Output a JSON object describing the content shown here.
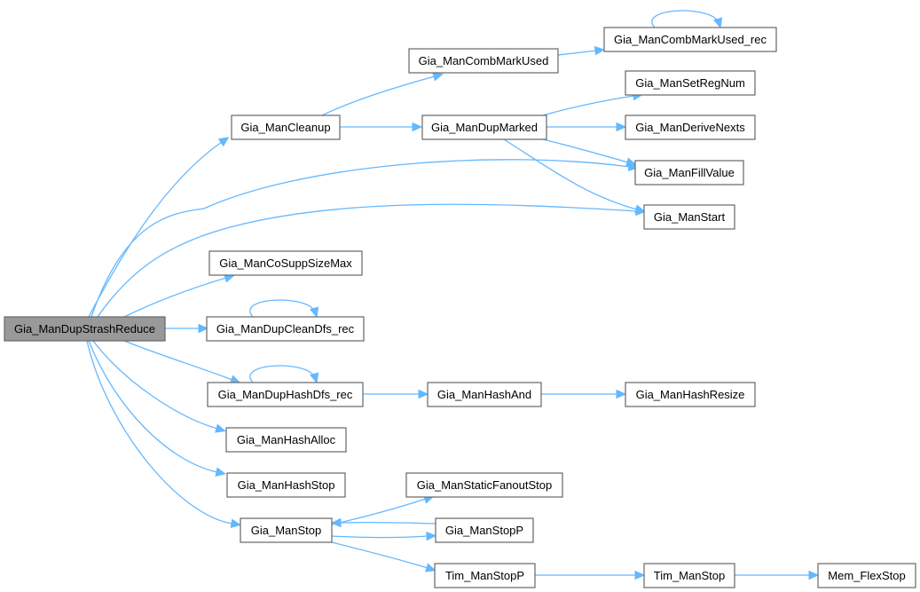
{
  "diagram": {
    "type": "call-graph",
    "root": "Gia_ManDupStrashReduce",
    "colors": {
      "edge": "#63b8ff",
      "root_fill": "#999999",
      "node_fill": "#ffffff",
      "node_border": "#666666"
    },
    "nodes": [
      {
        "id": "n0",
        "label": "Gia_ManDupStrashReduce",
        "root": true
      },
      {
        "id": "n1",
        "label": "Gia_ManCleanup"
      },
      {
        "id": "n2",
        "label": "Gia_ManCombMarkUsed"
      },
      {
        "id": "n3",
        "label": "Gia_ManCombMarkUsed_rec"
      },
      {
        "id": "n4",
        "label": "Gia_ManDupMarked"
      },
      {
        "id": "n5",
        "label": "Gia_ManSetRegNum"
      },
      {
        "id": "n6",
        "label": "Gia_ManDeriveNexts"
      },
      {
        "id": "n7",
        "label": "Gia_ManFillValue"
      },
      {
        "id": "n8",
        "label": "Gia_ManStart"
      },
      {
        "id": "n9",
        "label": "Gia_ManCoSuppSizeMax"
      },
      {
        "id": "n10",
        "label": "Gia_ManDupCleanDfs_rec"
      },
      {
        "id": "n11",
        "label": "Gia_ManDupHashDfs_rec"
      },
      {
        "id": "n12",
        "label": "Gia_ManHashAnd"
      },
      {
        "id": "n13",
        "label": "Gia_ManHashResize"
      },
      {
        "id": "n14",
        "label": "Gia_ManHashAlloc"
      },
      {
        "id": "n15",
        "label": "Gia_ManHashStop"
      },
      {
        "id": "n16",
        "label": "Gia_ManStop"
      },
      {
        "id": "n17",
        "label": "Gia_ManStaticFanoutStop"
      },
      {
        "id": "n18",
        "label": "Gia_ManStopP"
      },
      {
        "id": "n19",
        "label": "Tim_ManStopP"
      },
      {
        "id": "n20",
        "label": "Tim_ManStop"
      },
      {
        "id": "n21",
        "label": "Mem_FlexStop"
      }
    ],
    "edges": [
      [
        "n0",
        "n1"
      ],
      [
        "n0",
        "n7"
      ],
      [
        "n0",
        "n8"
      ],
      [
        "n0",
        "n9"
      ],
      [
        "n0",
        "n10"
      ],
      [
        "n0",
        "n11"
      ],
      [
        "n0",
        "n14"
      ],
      [
        "n0",
        "n15"
      ],
      [
        "n0",
        "n16"
      ],
      [
        "n1",
        "n2"
      ],
      [
        "n1",
        "n4"
      ],
      [
        "n2",
        "n3"
      ],
      [
        "n3",
        "n3"
      ],
      [
        "n4",
        "n5"
      ],
      [
        "n4",
        "n6"
      ],
      [
        "n4",
        "n7"
      ],
      [
        "n4",
        "n8"
      ],
      [
        "n10",
        "n10"
      ],
      [
        "n11",
        "n11"
      ],
      [
        "n11",
        "n12"
      ],
      [
        "n12",
        "n13"
      ],
      [
        "n16",
        "n17"
      ],
      [
        "n16",
        "n18"
      ],
      [
        "n16",
        "n19"
      ],
      [
        "n18",
        "n16"
      ],
      [
        "n19",
        "n20"
      ],
      [
        "n20",
        "n21"
      ]
    ]
  }
}
